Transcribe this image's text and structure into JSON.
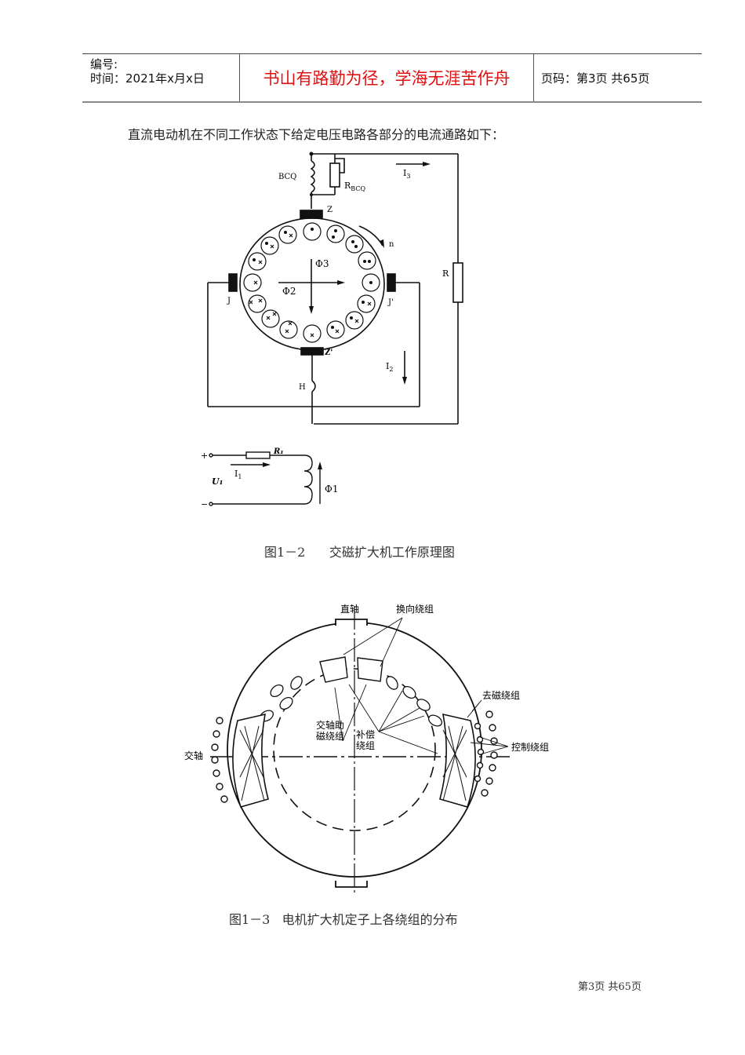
{
  "header": {
    "serial_label": "编号:",
    "date_line": "时间：2021年x月x日",
    "motto": "书山有路勤为径，学海无涯苦作舟",
    "page_info": "页码：第3页 共65页",
    "motto_color": "#e01010"
  },
  "body": {
    "intro_text": "直流电动机在不同工作状态下给定电压电路各部分的电流通路如下："
  },
  "figure1": {
    "labels": {
      "bcq": "BCQ",
      "rbcq_main": "R",
      "rbcq_sub": "BCQ",
      "i3": "I",
      "i3_sub": "3",
      "z": "Z",
      "n": "n",
      "phi3": "Φ3",
      "phi2": "Φ2",
      "j": "J",
      "j_prime": "J'",
      "r": "R",
      "z_prime": "Z'",
      "i2": "I",
      "i2_sub": "2",
      "h": "H",
      "plus": "+",
      "minus": "−",
      "r1": "R₁",
      "i1": "I",
      "i1_sub": "1",
      "u1": "U₁",
      "phi1": "Φ1"
    },
    "caption": "图1－2      交磁扩大机工作原理图"
  },
  "figure2": {
    "labels": {
      "d_axis": "直轴",
      "commutating": "换向绕组",
      "demagnetizing": "去磁绕组",
      "q_axis_aux": "交轴助",
      "q_axis_aux2": "磁绕组",
      "compensating": "补偿",
      "compensating2": "绕组",
      "q_axis": "交轴",
      "control": "控制绕组"
    },
    "caption": "图1－3   电机扩大机定子上各绕组的分布"
  },
  "footer": {
    "page_text": "第3页 共65页"
  }
}
